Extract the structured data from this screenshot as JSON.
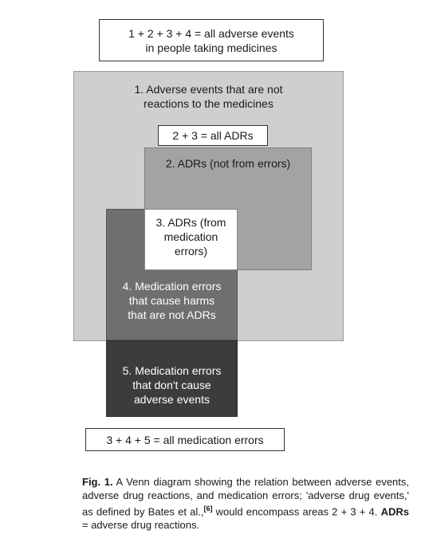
{
  "diagram": {
    "total_box": "1 + 2 + 3 + 4 = all adverse events\nin people taking medicines",
    "region_1": "1. Adverse events that are not\nreactions to the medicines",
    "adr_sum_box": "2 + 3 = all ADRs",
    "region_2": "2. ADRs (not from errors)",
    "region_3": "3. ADRs (from\nmedication\nerrors)",
    "region_4": "4. Medication errors\nthat cause harms\nthat are not ADRs",
    "region_5": "5. Medication errors\nthat don't cause\nadverse events",
    "med_sum_box": "3 + 4 + 5 = all medication errors"
  },
  "caption": {
    "fig_label": "Fig. 1.",
    "text_1": " A Venn diagram showing the relation between adverse events, adverse drug reactions, and medication errors; 'adverse drug events,' as defined by Bates et al.,",
    "ref": "[6]",
    "text_2": " would encompass areas 2 + 3 + 4. ",
    "abbr": "ADRs",
    "text_3": " = adverse drug reactions."
  },
  "colors": {
    "region_1": "#cfcfcf",
    "region_2": "#a3a3a3",
    "region_3": "#ffffff",
    "region_4": "#6f6f6f",
    "region_5": "#3c3c3c"
  }
}
